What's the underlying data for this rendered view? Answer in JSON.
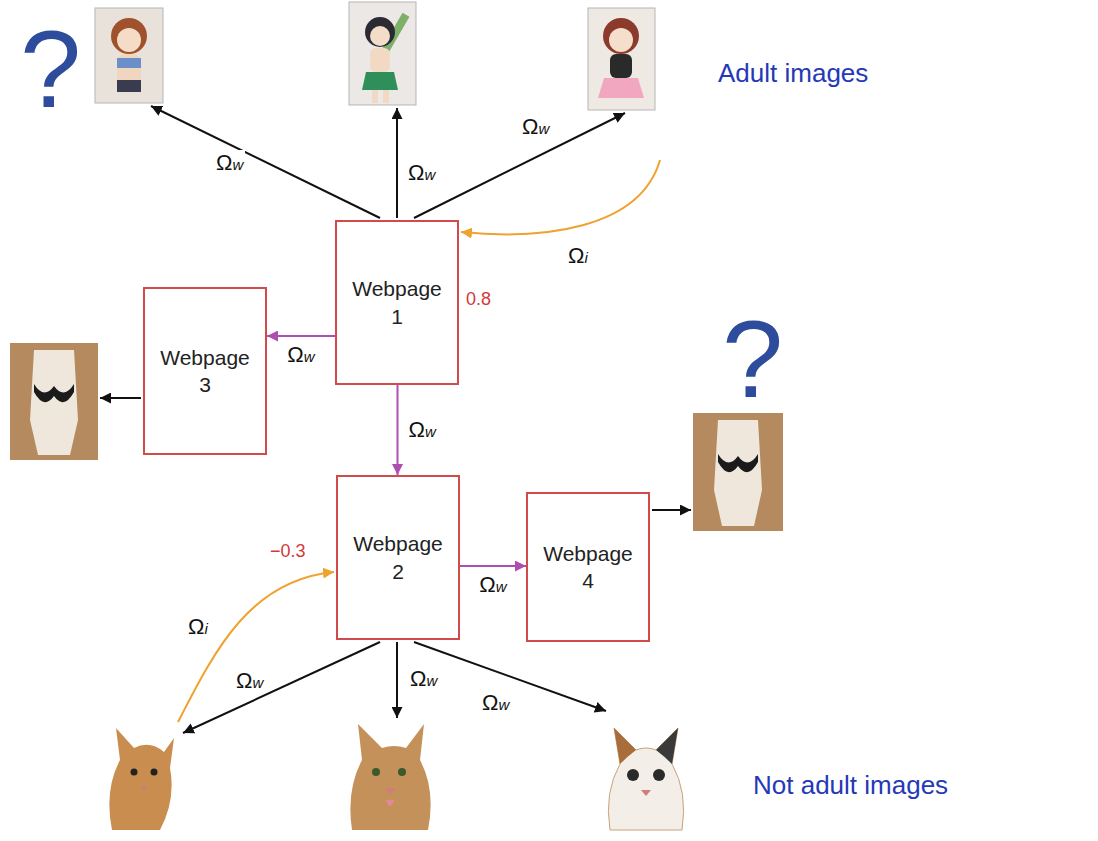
{
  "diagram": {
    "nodes": [
      {
        "text": [
          "Webpage 1"
        ]
      },
      {
        "text": [
          "Webpage 3"
        ]
      },
      {
        "text": [
          "Webpage 2"
        ]
      },
      {
        "text": [
          "Webpage 4"
        ]
      }
    ],
    "edges": [
      {
        "from": 0,
        "to": 1,
        "arrow": "to",
        "label": "Ωw"
      },
      {
        "from": 0,
        "to": 2,
        "arrow": "to",
        "label": "Ωw"
      },
      {
        "from": 2,
        "to": 3,
        "arrow": "to",
        "label": "Ωw"
      }
    ],
    "labels": [
      "Adult images",
      "Not adult images",
      "?",
      "?",
      "Ωw",
      "Ωw",
      "Ωw",
      "Ωi",
      "0.8",
      "−0.3",
      "Ωi",
      "Ωw",
      "Ωw",
      "Ωw"
    ]
  }
}
